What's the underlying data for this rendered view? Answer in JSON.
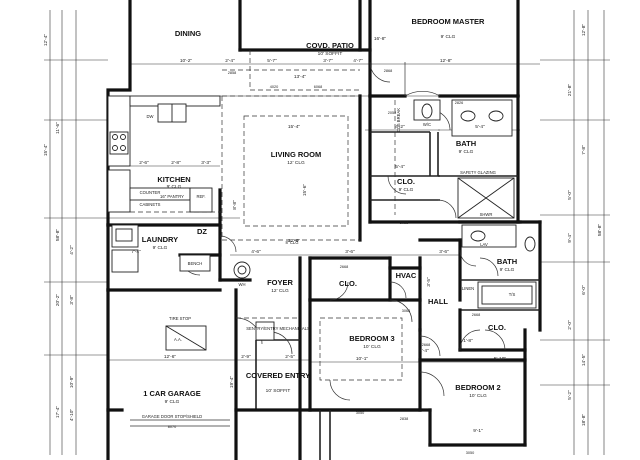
{
  "rooms": {
    "dining": {
      "name": "DINING"
    },
    "patio": {
      "name": "COVD. PATIO",
      "ceiling": "10' SOFFIT"
    },
    "master": {
      "name": "BEDROOM MASTER",
      "ceiling": "9' CLG"
    },
    "living": {
      "name": "LIVING ROOM",
      "ceiling": "12' CLG"
    },
    "bath1": {
      "name": "BATH",
      "ceiling": "9' CLG"
    },
    "clo1": {
      "name": "CLO.",
      "ceiling": "9' CLG"
    },
    "kitchen": {
      "name": "KITCHEN",
      "ceiling": "9' CLG"
    },
    "laundry": {
      "name": "LAUNDRY",
      "ceiling": "9' CLG"
    },
    "dz": {
      "name": "DZ"
    },
    "foyer": {
      "name": "FOYER",
      "ceiling": "12' CLG"
    },
    "clo2": {
      "name": "CLO."
    },
    "hvac": {
      "name": "HVAC"
    },
    "hall": {
      "name": "HALL"
    },
    "bath2": {
      "name": "BATH",
      "ceiling": "9' CLG"
    },
    "clo3": {
      "name": "CLO."
    },
    "bedroom3": {
      "name": "BEDROOM 3",
      "ceiling": "10' CLG"
    },
    "bedroom2": {
      "name": "BEDROOM 2",
      "ceiling": "10' CLG"
    },
    "garage": {
      "name": "1 CAR GARAGE",
      "ceiling": "9' CLG"
    },
    "entry": {
      "name": "COVERED ENTRY",
      "ceiling": "10' SOFFIT"
    }
  },
  "notes": {
    "pantry": "16\" PANTRY",
    "ref": "REF.",
    "dw": "DW",
    "bench": "BENCH",
    "cabinets": "CABINETS",
    "counter": "COUNTER",
    "tire_stop": "TIRE STOP",
    "aa": "A.A.",
    "garage_door": "GARAGE DOOR STOP/SHIELD",
    "sentry": "SENTRY/ENTRY MECHANICALS",
    "safety_glazing": "SAFETY GLAZING",
    "lin": "LINEN",
    "lav": "LAV",
    "tub": "T/S",
    "clg_break": "CLG BREAK",
    "wh": "WH",
    "ceiling_8": "8' CLG",
    "ceiling_10": "10' CLG",
    "shower": "SHWR",
    "wic": "W/C"
  },
  "dims": {
    "d_12_4": "12'-4\"",
    "d_10_2": "10'-2\"",
    "d_12_8": "12'-8\"",
    "d_2_4": "2'-4\"",
    "d_5_7": "5'-7\"",
    "d_3_7": "3'-7\"",
    "d_4_7": "4'-7\"",
    "d_15_4": "15'-4\"",
    "d_8_8": "8'-8\"",
    "d_4_2": "4'-2\"",
    "d_5_4": "5'-4\"",
    "d_2_6": "2'-6\"",
    "d_2_8": "2'-8\"",
    "d_3_3": "3'-3\"",
    "d_7_4": "7'-4\"",
    "d_4_6": "4'-6\"",
    "d_3_6": "3'-6\"",
    "d_5_10": "5'-10\"",
    "d_9_1": "9'-1\"",
    "d_12_6": "12'-6\"",
    "d_2_9": "2'-9\"",
    "d_2_5": "2'-5\"",
    "d_13_4": "13'-4\"",
    "d_15_6": "15'-6\"",
    "d_11_6": "11'-6\"",
    "d_58_8": "58'-8\"",
    "d_20_2": "20'-2\"",
    "d_17_4": "17'-4\"",
    "d_18_8": "18'-8\"",
    "d_21_8": "21'-8\"",
    "d_7_8": "7'-8\"",
    "d_9_4": "9'-4\"",
    "d_6_0": "6'-0\"",
    "d_5_0": "5'-0\"",
    "d_10_9": "10'-9\"",
    "d_14_5": "14'-5\"",
    "d_3_8": "3'-8\"",
    "d_4_10": "4'-10\"",
    "d_2_0": "2'-0\"",
    "d_5_2": "5'-2\"",
    "d_4_4": "4'-4\"",
    "d_16_8": "16'-8\"",
    "d_1_8": "1'-8\"",
    "d_19_4": "19'-4\"",
    "d_3_5": "3'-5\"",
    "d_10_1": "10'-1\""
  },
  "tags": {
    "t2858": "2858",
    "t2868": "2868",
    "t2826": "2826",
    "t2058": "2058",
    "t3068": "3068",
    "t2668": "2668",
    "t6068": "6068",
    "t4020": "4020",
    "t3050": "3050",
    "t2838": "2838",
    "t8070": "8070"
  }
}
